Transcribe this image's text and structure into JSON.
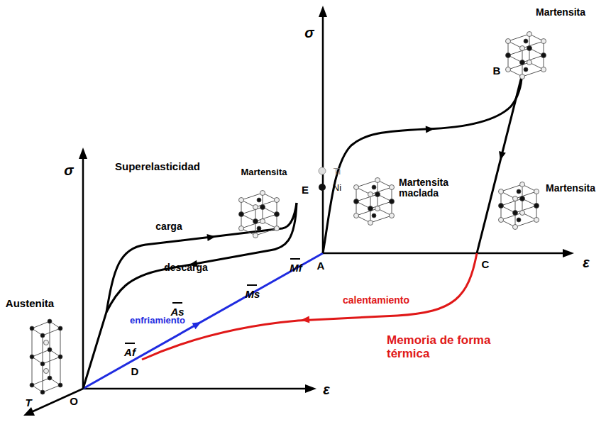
{
  "diagram": {
    "labels": [
      "Martensita",
      "B",
      "σ",
      "Martensita",
      "Ti",
      "Ni",
      "Superelasticidad",
      "σ",
      "E",
      "carga",
      "descarga",
      "Martensita maclada",
      "Martensita",
      "A",
      "C",
      "ε",
      "enfriamiento",
      "calentamiento",
      "Memoria de forma térmica",
      "Austenita",
      "As",
      "Ms",
      "Mf",
      "Af",
      "D",
      "O",
      "T",
      "ε"
    ]
  }
}
